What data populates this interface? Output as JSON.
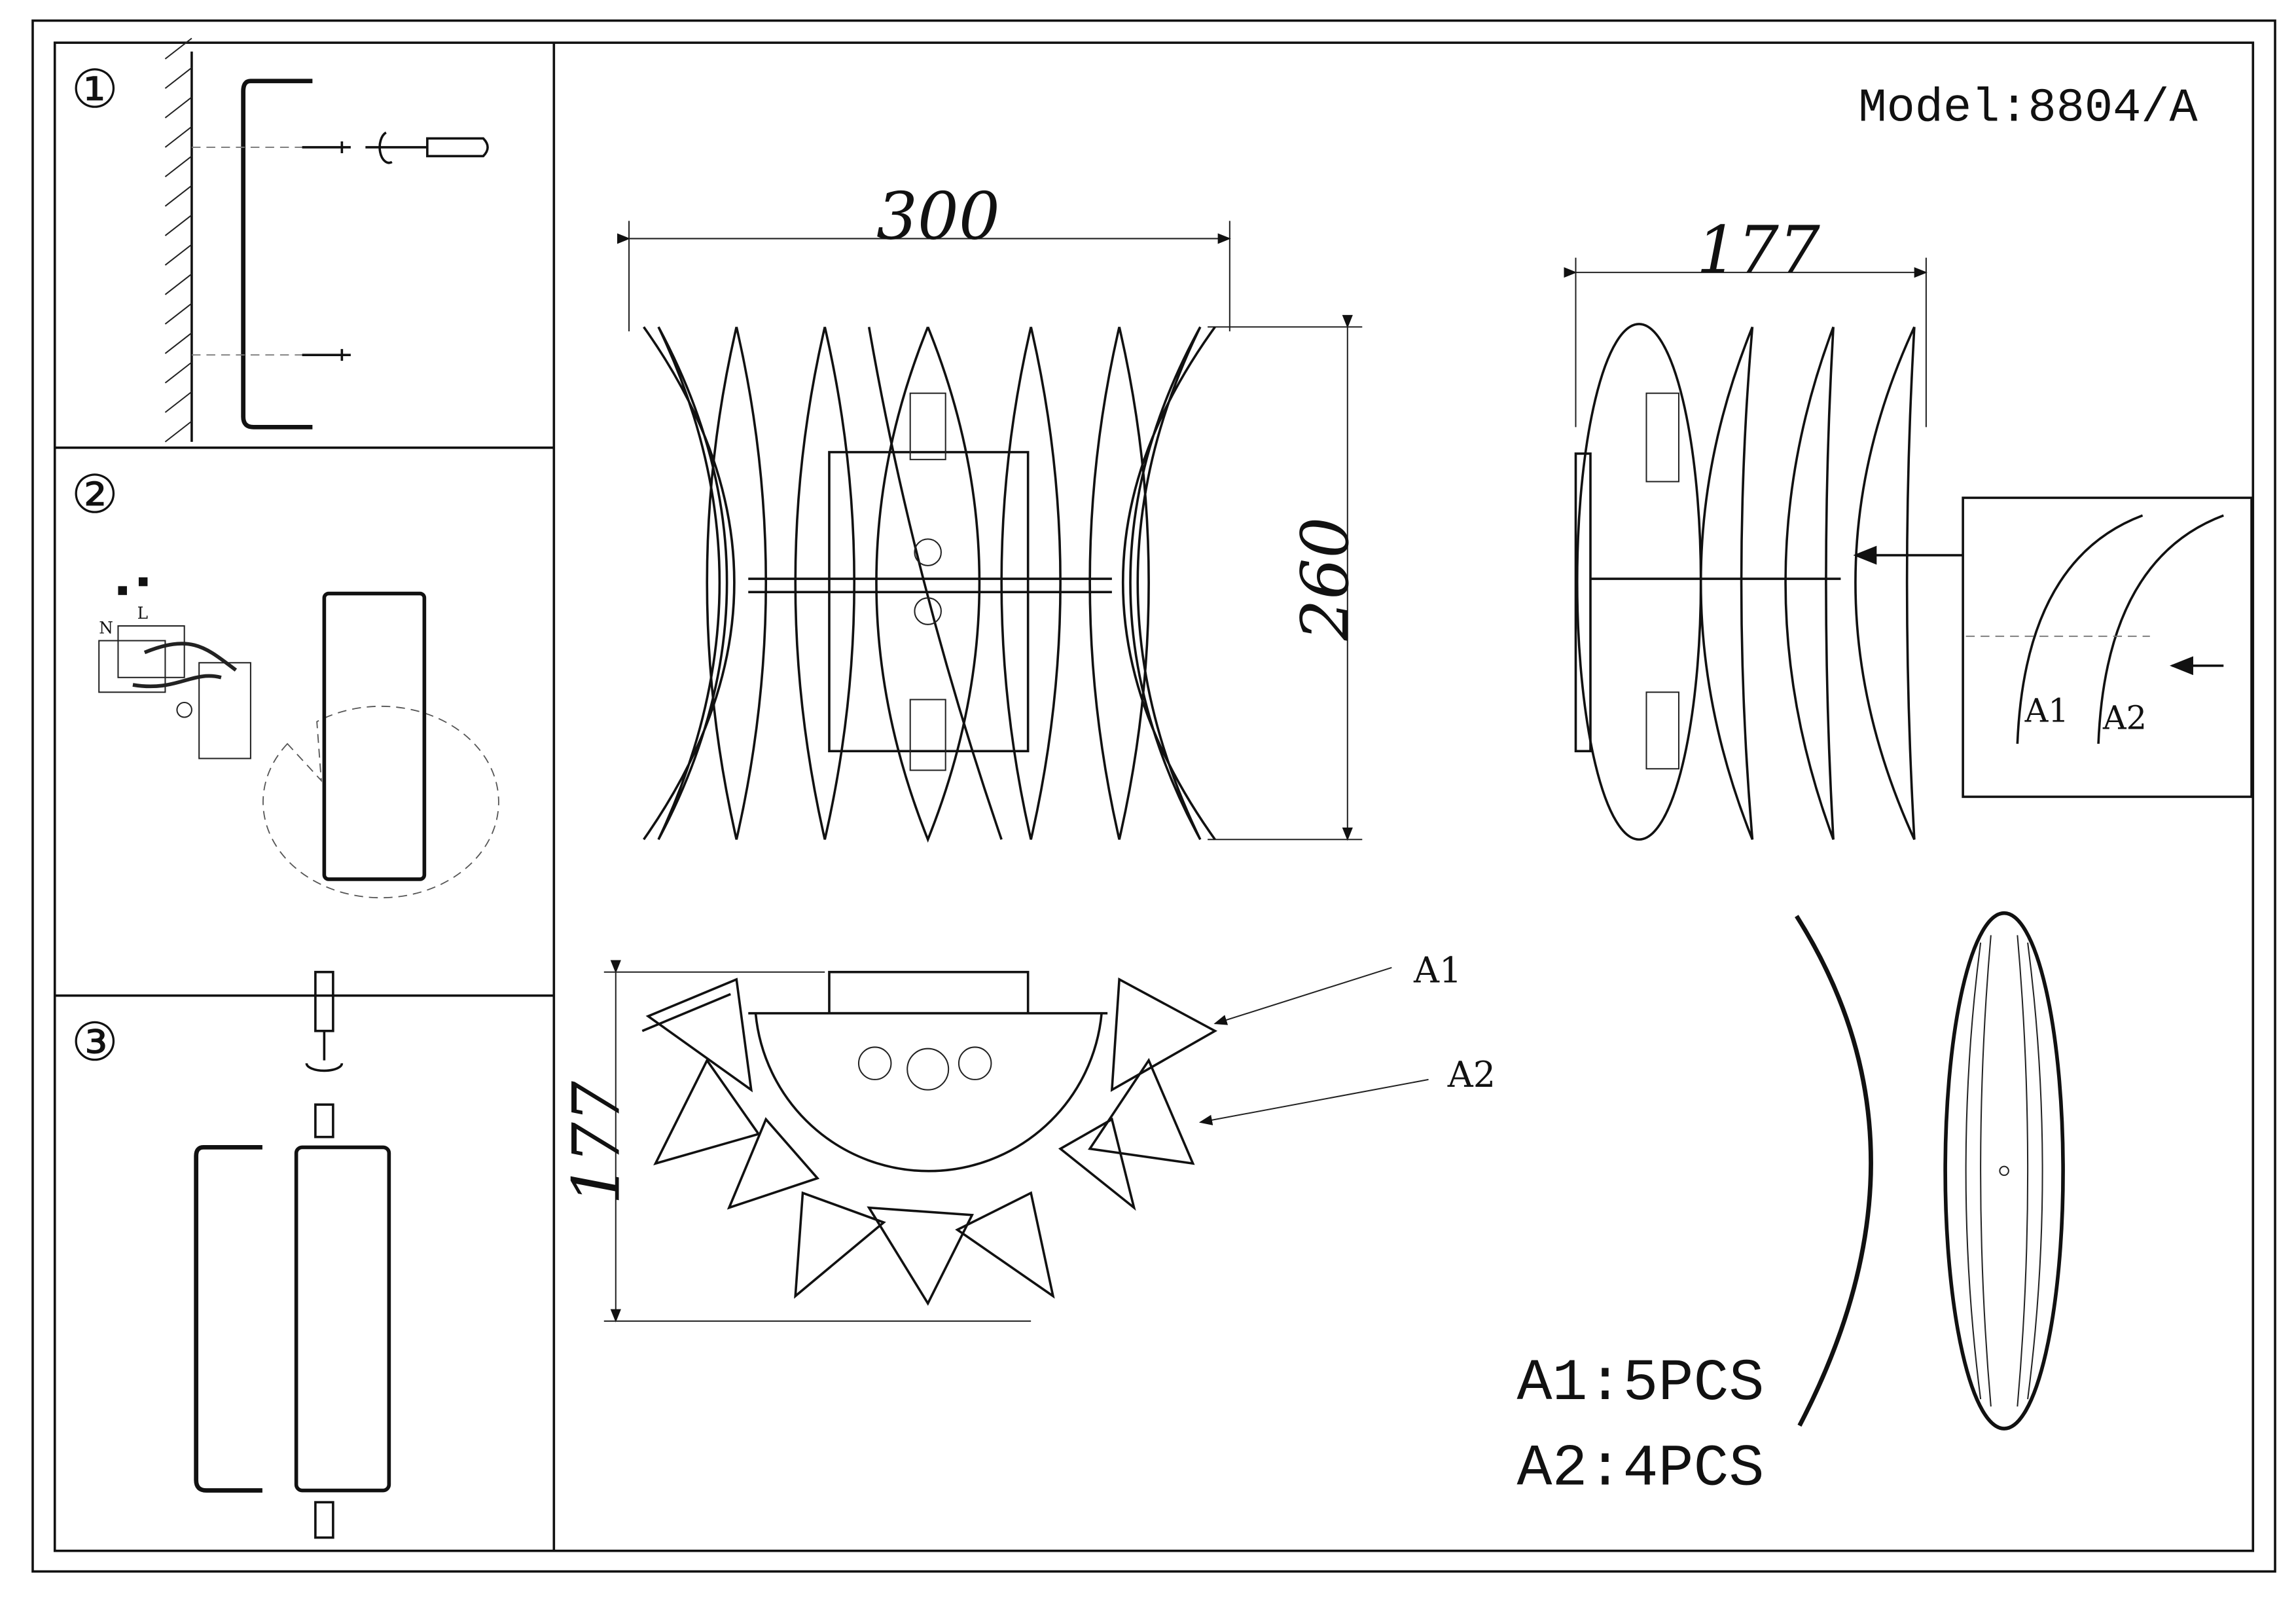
{
  "model": "Model:8804/A",
  "steps": [
    "①",
    "②",
    "③"
  ],
  "wiring_labels": {
    "neutral": "N",
    "live": "L"
  },
  "dimensions": {
    "width": "300",
    "height": "260",
    "depth_side": "177",
    "depth_top": "177"
  },
  "part_labels": {
    "a1": "A1",
    "a2": "A2"
  },
  "parts_list": [
    "A1:5PCS",
    "A2:4PCS"
  ]
}
